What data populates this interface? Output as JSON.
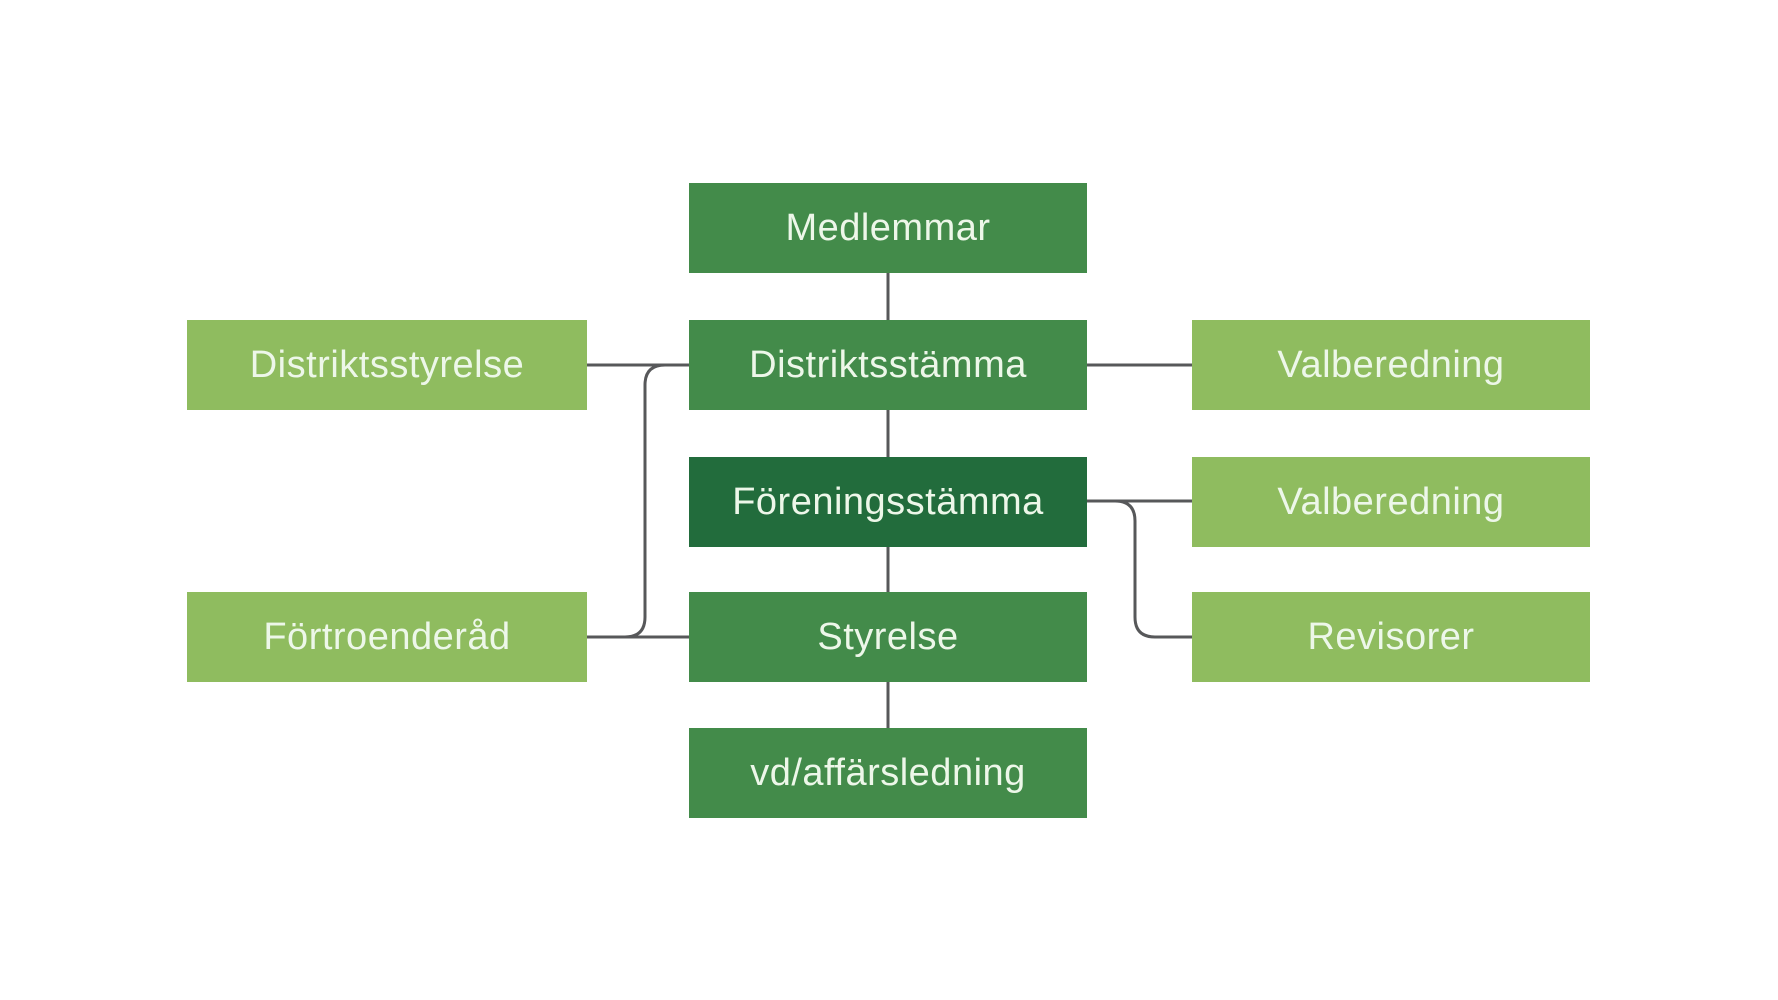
{
  "diagram_type": "org-chart",
  "colors": {
    "box_medium": "#438b4a",
    "box_dark": "#226c3c",
    "box_light": "#8fbc5f",
    "line": "#57585a",
    "text": "#edf7e9",
    "background": "#ffffff"
  },
  "nodes": {
    "medlemmar": {
      "label": "Medlemmar",
      "tier": "medium",
      "column": "center",
      "row": 1
    },
    "distriktsstyrelse": {
      "label": "Distriktsstyrelse",
      "tier": "light",
      "column": "left",
      "row": 2
    },
    "distriktsstamma": {
      "label": "Distriktsstämma",
      "tier": "medium",
      "column": "center",
      "row": 2
    },
    "valberedning_distrikt": {
      "label": "Valberedning",
      "tier": "light",
      "column": "right",
      "row": 2
    },
    "foreningsstamma": {
      "label": "Föreningsstämma",
      "tier": "dark",
      "column": "center",
      "row": 3
    },
    "valberedning_forening": {
      "label": "Valberedning",
      "tier": "light",
      "column": "right",
      "row": 3
    },
    "fortroenderad": {
      "label": "Förtroenderåd",
      "tier": "light",
      "column": "left",
      "row": 4
    },
    "styrelse": {
      "label": "Styrelse",
      "tier": "medium",
      "column": "center",
      "row": 4
    },
    "revisorer": {
      "label": "Revisorer",
      "tier": "light",
      "column": "right",
      "row": 4
    },
    "vd_affarsledning": {
      "label": "vd/affärsledning",
      "tier": "medium",
      "column": "center",
      "row": 5
    }
  },
  "edges": [
    {
      "from": "medlemmar",
      "to": "distriktsstamma"
    },
    {
      "from": "distriktsstamma",
      "to": "foreningsstamma"
    },
    {
      "from": "foreningsstamma",
      "to": "styrelse"
    },
    {
      "from": "styrelse",
      "to": "vd_affarsledning"
    },
    {
      "from": "distriktsstyrelse",
      "to": "distriktsstamma"
    },
    {
      "from": "distriktsstamma",
      "to": "fortroenderad"
    },
    {
      "from": "fortroenderad",
      "to": "styrelse"
    },
    {
      "from": "distriktsstamma",
      "to": "valberedning_distrikt"
    },
    {
      "from": "foreningsstamma",
      "to": "valberedning_forening"
    },
    {
      "from": "foreningsstamma",
      "to": "revisorer"
    }
  ]
}
